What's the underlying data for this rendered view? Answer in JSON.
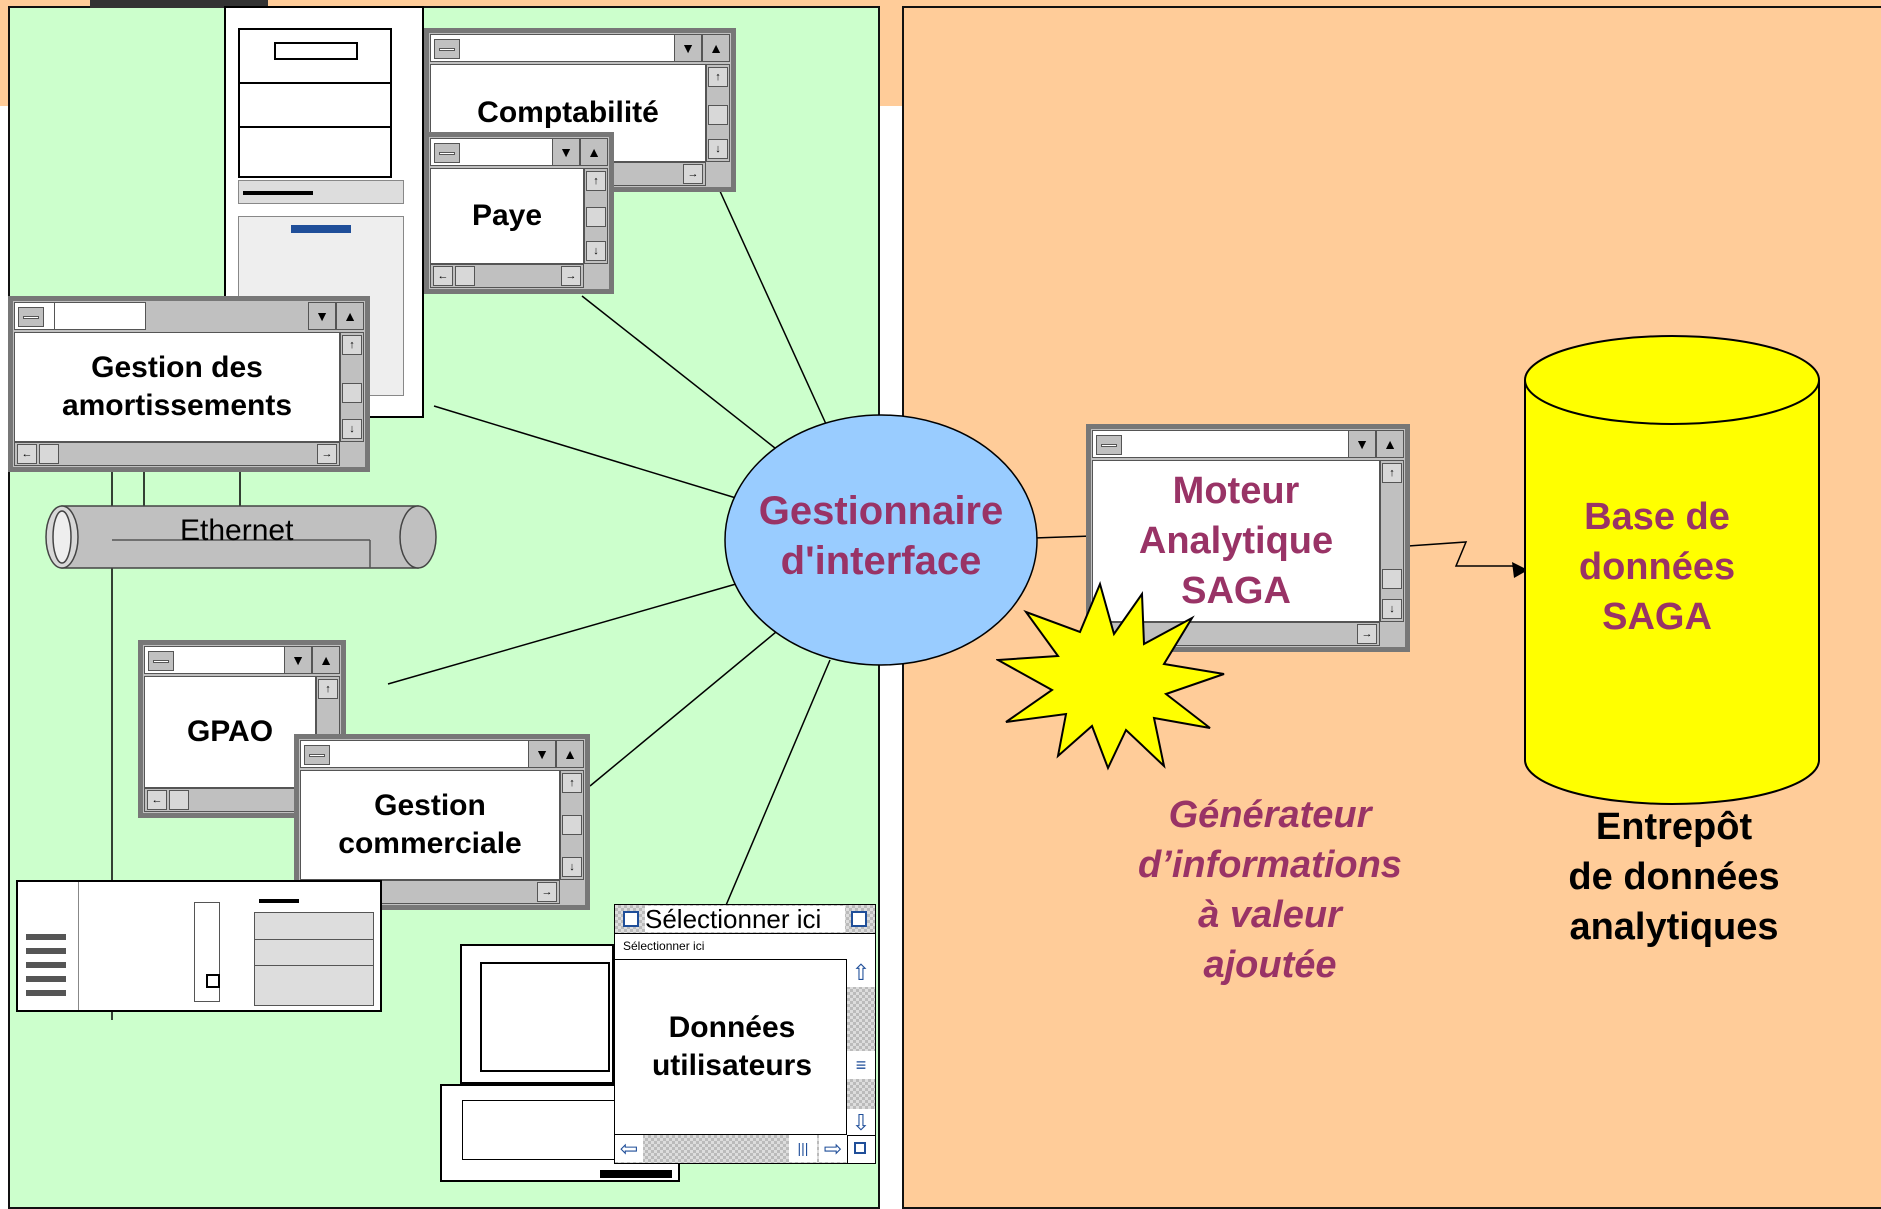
{
  "windows": {
    "comptabilite": "Comptabilité",
    "paye": "Paye",
    "amortissements": "Gestion des amortissements",
    "gpao": "GPAO",
    "commerciale": "Gestion commerciale",
    "moteur": "Moteur Analytique SAGA"
  },
  "network_label": "Ethernet",
  "hub_label": "Gestionnaire d'interface",
  "user_window": {
    "title": "Sélectionner ici",
    "subtitle": "Sélectionner ici",
    "content": "Données utilisateurs"
  },
  "database_label": "Base de données SAGA",
  "generator_caption": [
    "Générateur",
    "d’informations",
    "à valeur",
    "ajoutée"
  ],
  "warehouse_caption": [
    "Entrepôt",
    "de données",
    "analytiques"
  ],
  "colors": {
    "left_panel": "#ccffcc",
    "right_panel": "#ffcc99",
    "hub_fill": "#99ccff",
    "accent_text": "#993366",
    "database_fill": "#ffff00",
    "burst_fill": "#ffff00"
  }
}
